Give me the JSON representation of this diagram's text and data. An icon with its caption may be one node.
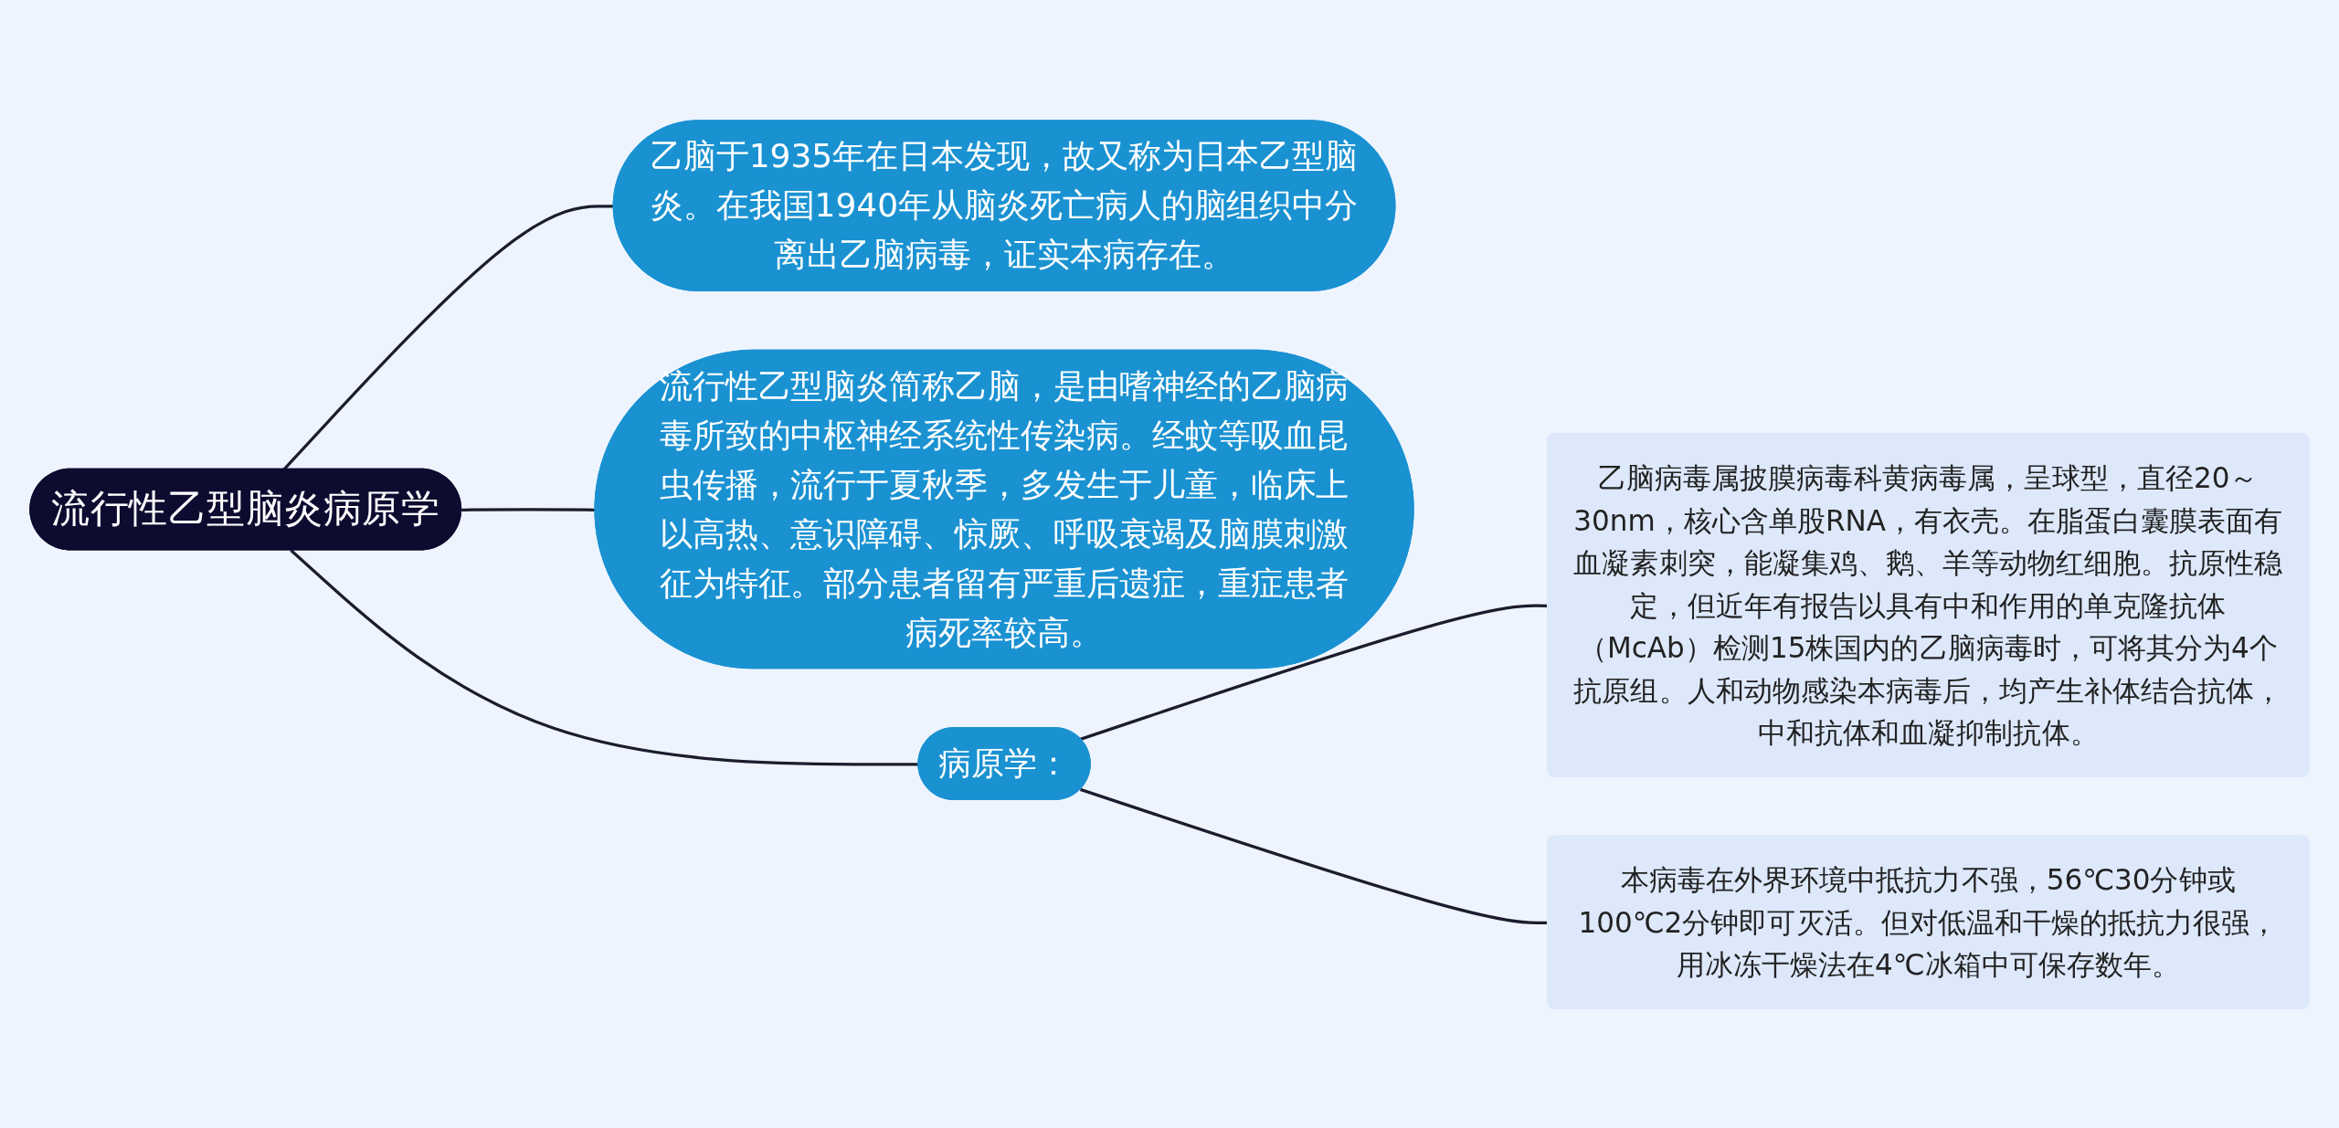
{
  "diagram": {
    "nodes": [
      {
        "text": [
          "流行性乙型脑炎病原学"
        ]
      },
      {
        "text": [
          "乙脑于1935年在日本发现，故又称为日本乙型脑炎。在我国1940年从脑炎死亡病人的脑组织中分离出乙脑病毒，证实本病存在。"
        ]
      },
      {
        "text": [
          "流行性乙型脑炎简称乙脑，是由嗜神经的乙脑病毒所致的中枢神经系统性传染病。经蚊等吸血昆虫传播，流行于夏秋季，多发生于儿童，临床上以高热、意识障碍、惊厥、呼吸衰竭及脑膜刺激征为特征。部分患者留有严重后遗症，重症患者病死率较高。"
        ]
      },
      {
        "text": [
          "病原学："
        ]
      },
      {
        "text": [
          "乙脑病毒属披膜病毒科黄病毒属，呈球型，直径20～30nm，核心含单股RNA，有衣壳。在脂蛋白囊膜表面有血凝素刺突，能凝集鸡、鹅、羊等动物红细胞。抗原性稳定，但近年有报告以具有中和作用的单克隆抗体（McAb）检测15株国内的乙脑病毒时，可将其分为4个抗原组。人和动物感染本病毒后，均产生补体结合抗体，中和抗体和血凝抑制抗体。"
        ]
      },
      {
        "text": [
          "本病毒在外界环境中抵抗力不强，56℃30分钟或100℃2分钟即可灭活。但对低温和干燥的抵抗力很强，用冰冻干燥法在4℃冰箱中可保存数年。"
        ]
      }
    ],
    "edges": [
      {
        "from": 0,
        "to": 1,
        "arrow": "none"
      },
      {
        "from": 0,
        "to": 2,
        "arrow": "none"
      },
      {
        "from": 0,
        "to": 3,
        "arrow": "none"
      },
      {
        "from": 3,
        "to": 4,
        "arrow": "none"
      },
      {
        "from": 3,
        "to": 5,
        "arrow": "none"
      }
    ]
  }
}
